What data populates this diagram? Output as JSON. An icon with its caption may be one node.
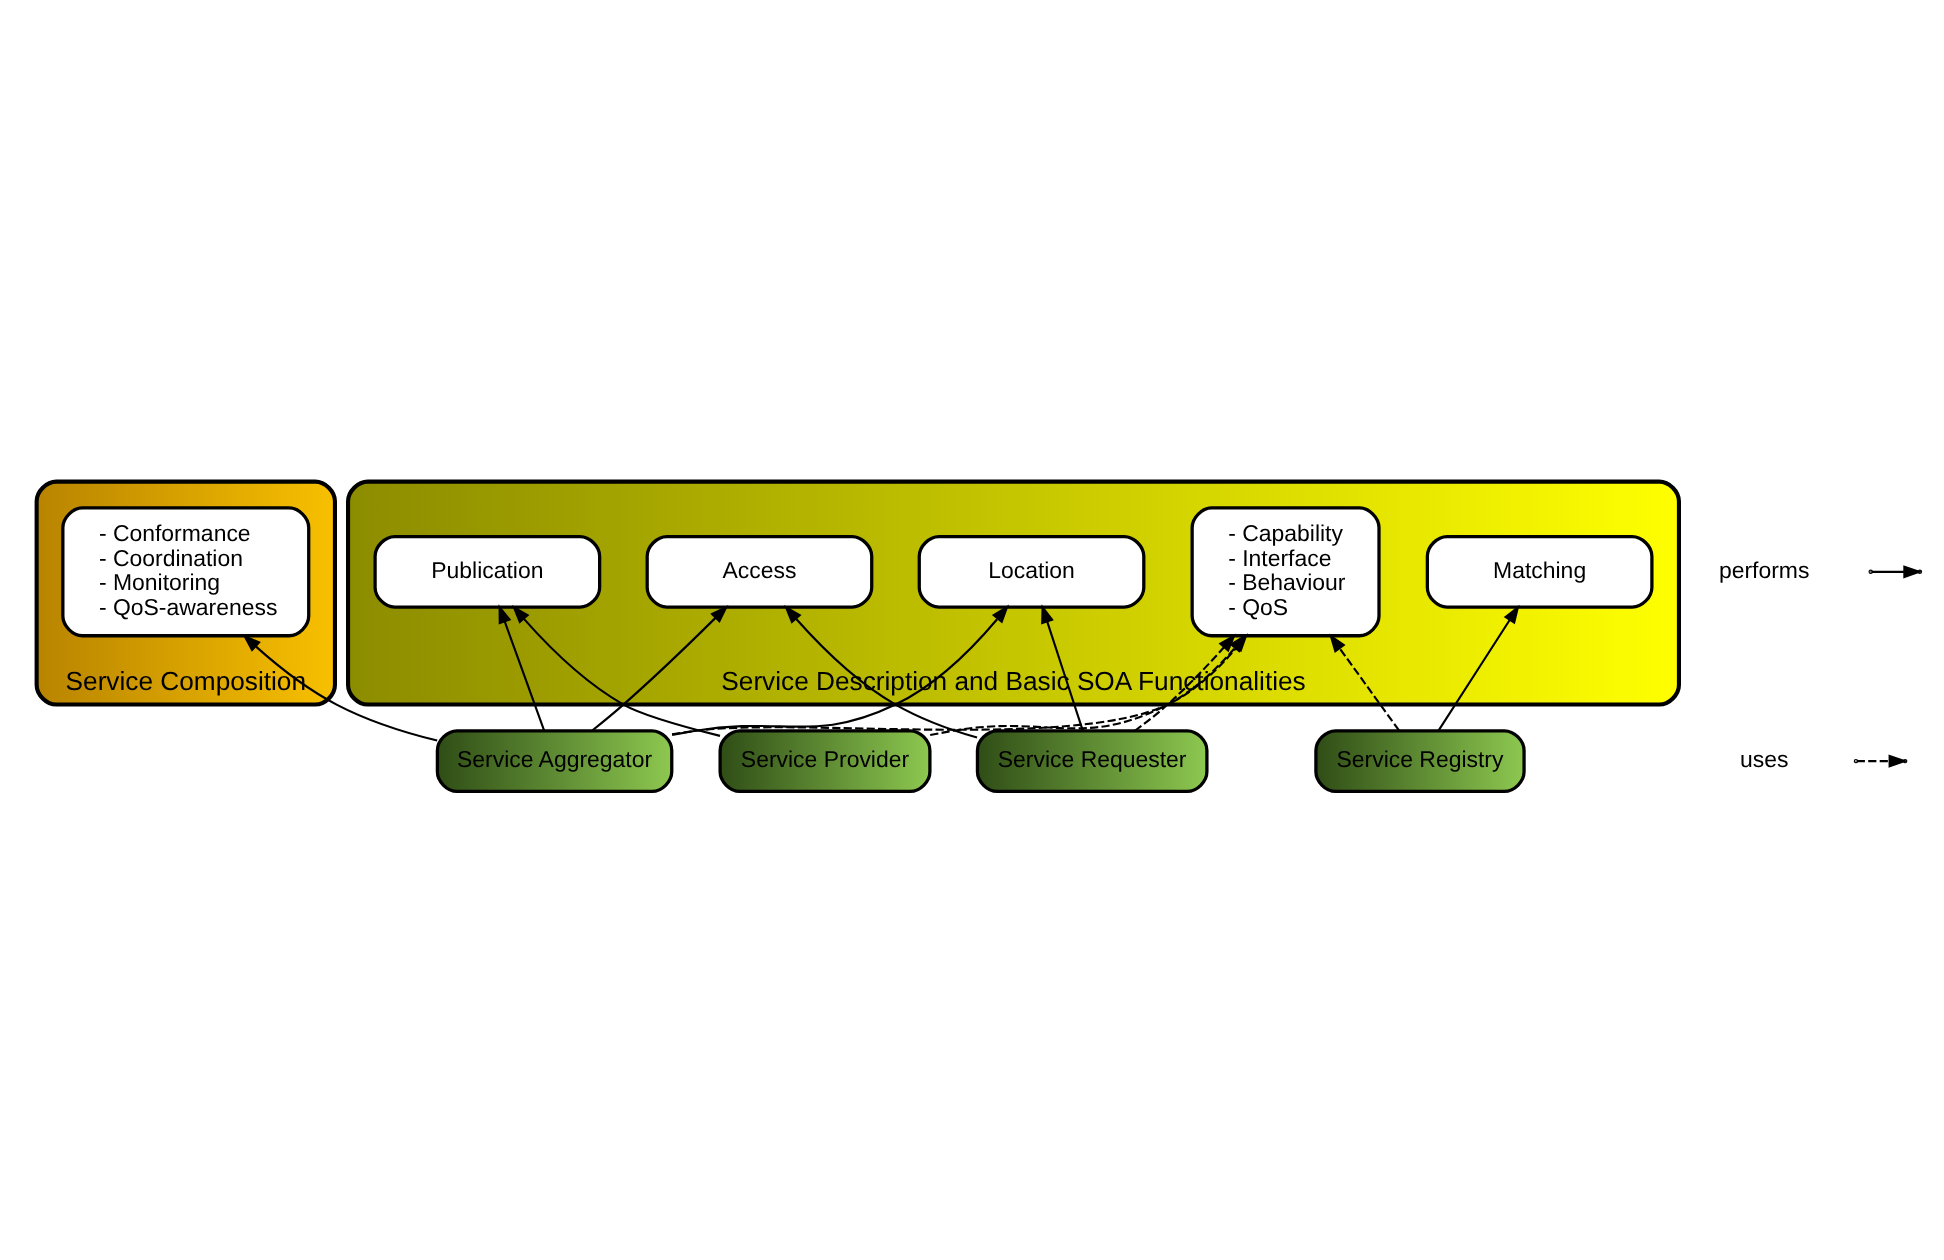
{
  "diagram": {
    "nodes": [
      {
        "text": [
          "Service Composition"
        ]
      },
      {
        "text": [
          "- Conformance",
          "- Coordination",
          "- Monitoring",
          "- QoS-awareness"
        ],
        "in": 0
      },
      {
        "text": [
          "Service Description and Basic SOA Functionalities"
        ]
      },
      {
        "text": [
          "Publication"
        ],
        "in": 2
      },
      {
        "text": [
          "Matching"
        ],
        "in": 2
      },
      {
        "text": [
          "- Capability",
          "- Interface",
          "- Behaviour",
          "- QoS"
        ],
        "in": 2
      },
      {
        "text": [
          "Location"
        ],
        "in": 2
      },
      {
        "text": [
          "Access"
        ],
        "in": 2
      },
      {
        "text": [
          "Service Provider"
        ]
      },
      {
        "text": [
          "Service Registry"
        ]
      },
      {
        "text": [
          "Service Aggregator"
        ]
      },
      {
        "text": [
          "Service Requester"
        ]
      }
    ],
    "edges": [
      {
        "from": 8,
        "to": 3,
        "arrow": "to"
      },
      {
        "from": 8,
        "to": 5,
        "arrow": "to",
        "style": "dashed"
      },
      {
        "from": 9,
        "to": 4,
        "arrow": "to"
      },
      {
        "from": 9,
        "to": 5,
        "arrow": "to",
        "style": "dashed"
      },
      {
        "from": 10,
        "to": 1,
        "arrow": "to"
      },
      {
        "from": 10,
        "to": 3,
        "arrow": "to"
      },
      {
        "from": 10,
        "to": 5,
        "arrow": "to",
        "style": "dashed"
      },
      {
        "from": 10,
        "to": 6,
        "arrow": "to"
      },
      {
        "from": 10,
        "to": 7,
        "arrow": "to"
      },
      {
        "from": 11,
        "to": 5,
        "arrow": "to",
        "style": "dashed"
      },
      {
        "from": 11,
        "to": 6,
        "arrow": "to"
      },
      {
        "from": 11,
        "to": 7,
        "arrow": "to"
      }
    ],
    "legend": [
      {
        "text": "performs"
      },
      {
        "text": "uses"
      }
    ]
  }
}
